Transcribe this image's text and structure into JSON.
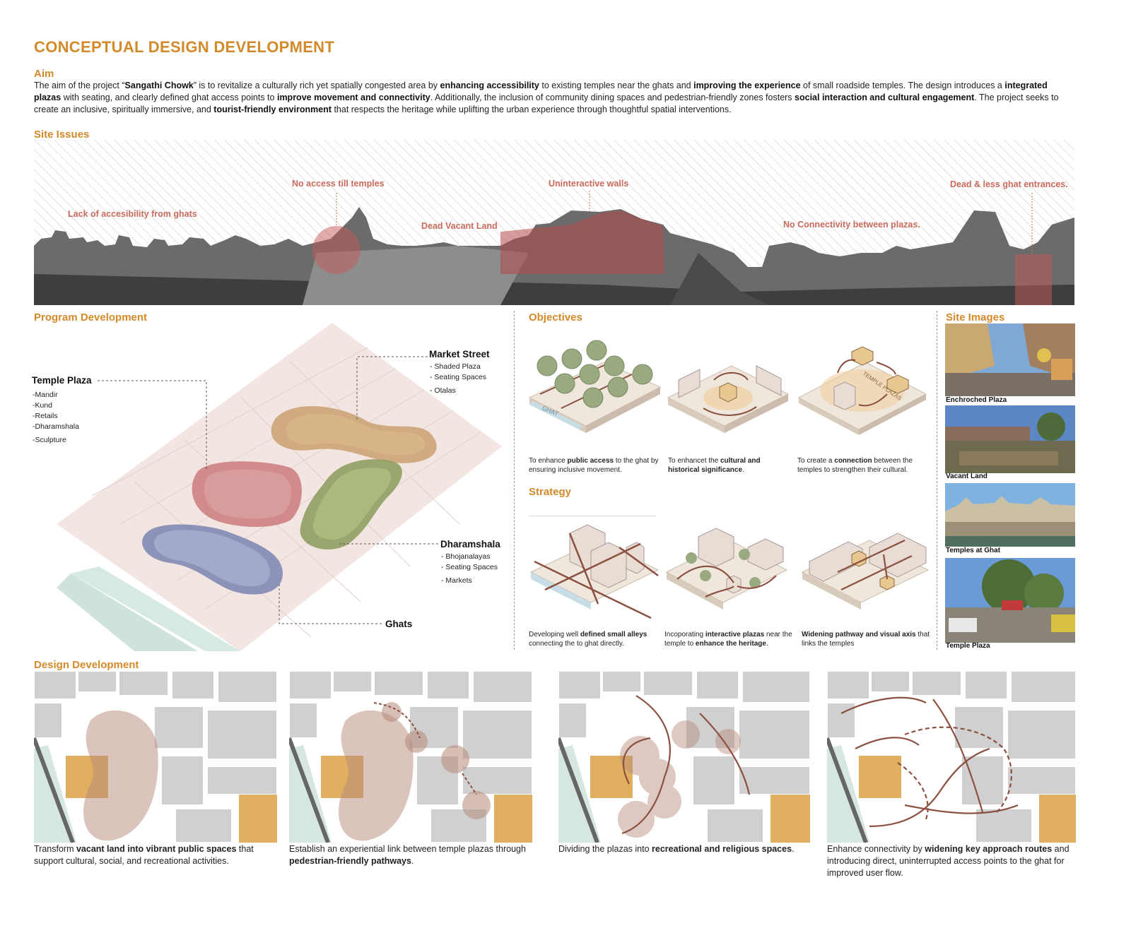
{
  "title": "CONCEPTUAL DESIGN DEVELOPMENT",
  "aim": {
    "heading": "Aim",
    "p1": "The aim of the project “",
    "b1": "Sangathi Chowk",
    "p2": "” is to revitalize a culturally rich yet spatially congested area by ",
    "b2": "enhancing accessibility",
    "p3": " to existing temples near the ghats and ",
    "b3": "improving the experience",
    "p4": " of small roadside temples. The design introduces a ",
    "b4": "integrated plazas",
    "p5": " with seating, and clearly defined ghat access points to ",
    "b5": "improve movement and connectivity",
    "p6": ". Additionally, the inclusion of community dining spaces and pedestrian-friendly zones fosters ",
    "b6": "social interaction and cultural engagement",
    "p7": ". The project seeks to create an inclusive, spiritually immersive, and ",
    "b7": "tourist-friendly environment",
    "p8": " that respects the heritage while uplifting the urban experience through thoughtful spatial interventions."
  },
  "site_issues": {
    "heading": "Site Issues",
    "labels": {
      "lack_access": "Lack of accesibility from ghats",
      "no_access_temples": "No access till temples",
      "dead_vacant": "Dead Vacant Land",
      "uninteractive": "Uninteractive walls",
      "no_connectivity": "No Connectivity between plazas.",
      "dead_ghat": "Dead & less ghat entrances."
    }
  },
  "program": {
    "heading": "Program Development",
    "temple_plaza": {
      "title": "Temple Plaza",
      "items": [
        "-Mandir",
        "-Kund",
        "-Retails",
        "-Dharamshala",
        "-Sculpture"
      ]
    },
    "market_street": {
      "title": "Market Street",
      "items": [
        "- Shaded Plaza",
        "- Seating Spaces",
        "- Otalas"
      ]
    },
    "dharamshala": {
      "title": "Dharamshala",
      "items": [
        "- Bhojanalayas",
        "- Seating Spaces",
        "- Markets"
      ]
    },
    "ghats": {
      "title": "Ghats"
    }
  },
  "objectives": {
    "heading": "Objectives",
    "ghat_label": "GHAT",
    "temple_plaza_label": "TEMPLE PLAZAS",
    "cap1": {
      "a": "To enhance ",
      "b": "public access",
      "c": " to the ghat by ensuring inclusive movement."
    },
    "cap2": {
      "a": "To enhancet the ",
      "b": "cultural and historical significance",
      "c": "."
    },
    "cap3": {
      "a": "To create a ",
      "b": "connection",
      "c": " between the temples to strengthen their cultural."
    }
  },
  "strategy": {
    "heading": "Strategy",
    "cap1": {
      "a": "Developing well ",
      "b": "defined small alleys",
      "c": " connecting the to ghat directly."
    },
    "cap2": {
      "a": "Incoporating ",
      "b": "interactive plazas",
      "c": " near the temple to ",
      "d": "enhance the heritage",
      "e": "."
    },
    "cap3": {
      "b": "Widening pathway and visual axis",
      "c": " that links the temples"
    }
  },
  "site_images": {
    "heading": "Site Images",
    "captions": [
      "Enchroched Plaza",
      "Vacant Land",
      "Temples at Ghat",
      "Temple Plaza"
    ]
  },
  "design_dev": {
    "heading": "Design Development",
    "cap1": {
      "a": "Transform ",
      "b": "vacant land into vibrant public spaces",
      "c": " that support cultural, social, and recreational activities."
    },
    "cap2": {
      "a": "Establish an experiential link between temple plazas through ",
      "b": "pedestrian-friendly pathways",
      "c": "."
    },
    "cap3": {
      "a": "Dividing the plazas into ",
      "b": "recreational and religious spaces",
      "c": "."
    },
    "cap4": {
      "a": "Enhance connectivity by ",
      "b": "widening key approach routes",
      "c": " and introducing direct, uninterrupted access points to the ghat for improved user flow."
    }
  },
  "colors": {
    "accent": "#d28a2a",
    "issue_red": "#c86b5e",
    "plaza_brown": "#b58a5a",
    "plaza_red": "#c97a7a",
    "plaza_green": "#8a9a5a",
    "plaza_blue": "#7a84b0",
    "path_brown": "#8b5040",
    "building_gray": "#cfcfcf",
    "temple_ochre": "#e0b060"
  }
}
